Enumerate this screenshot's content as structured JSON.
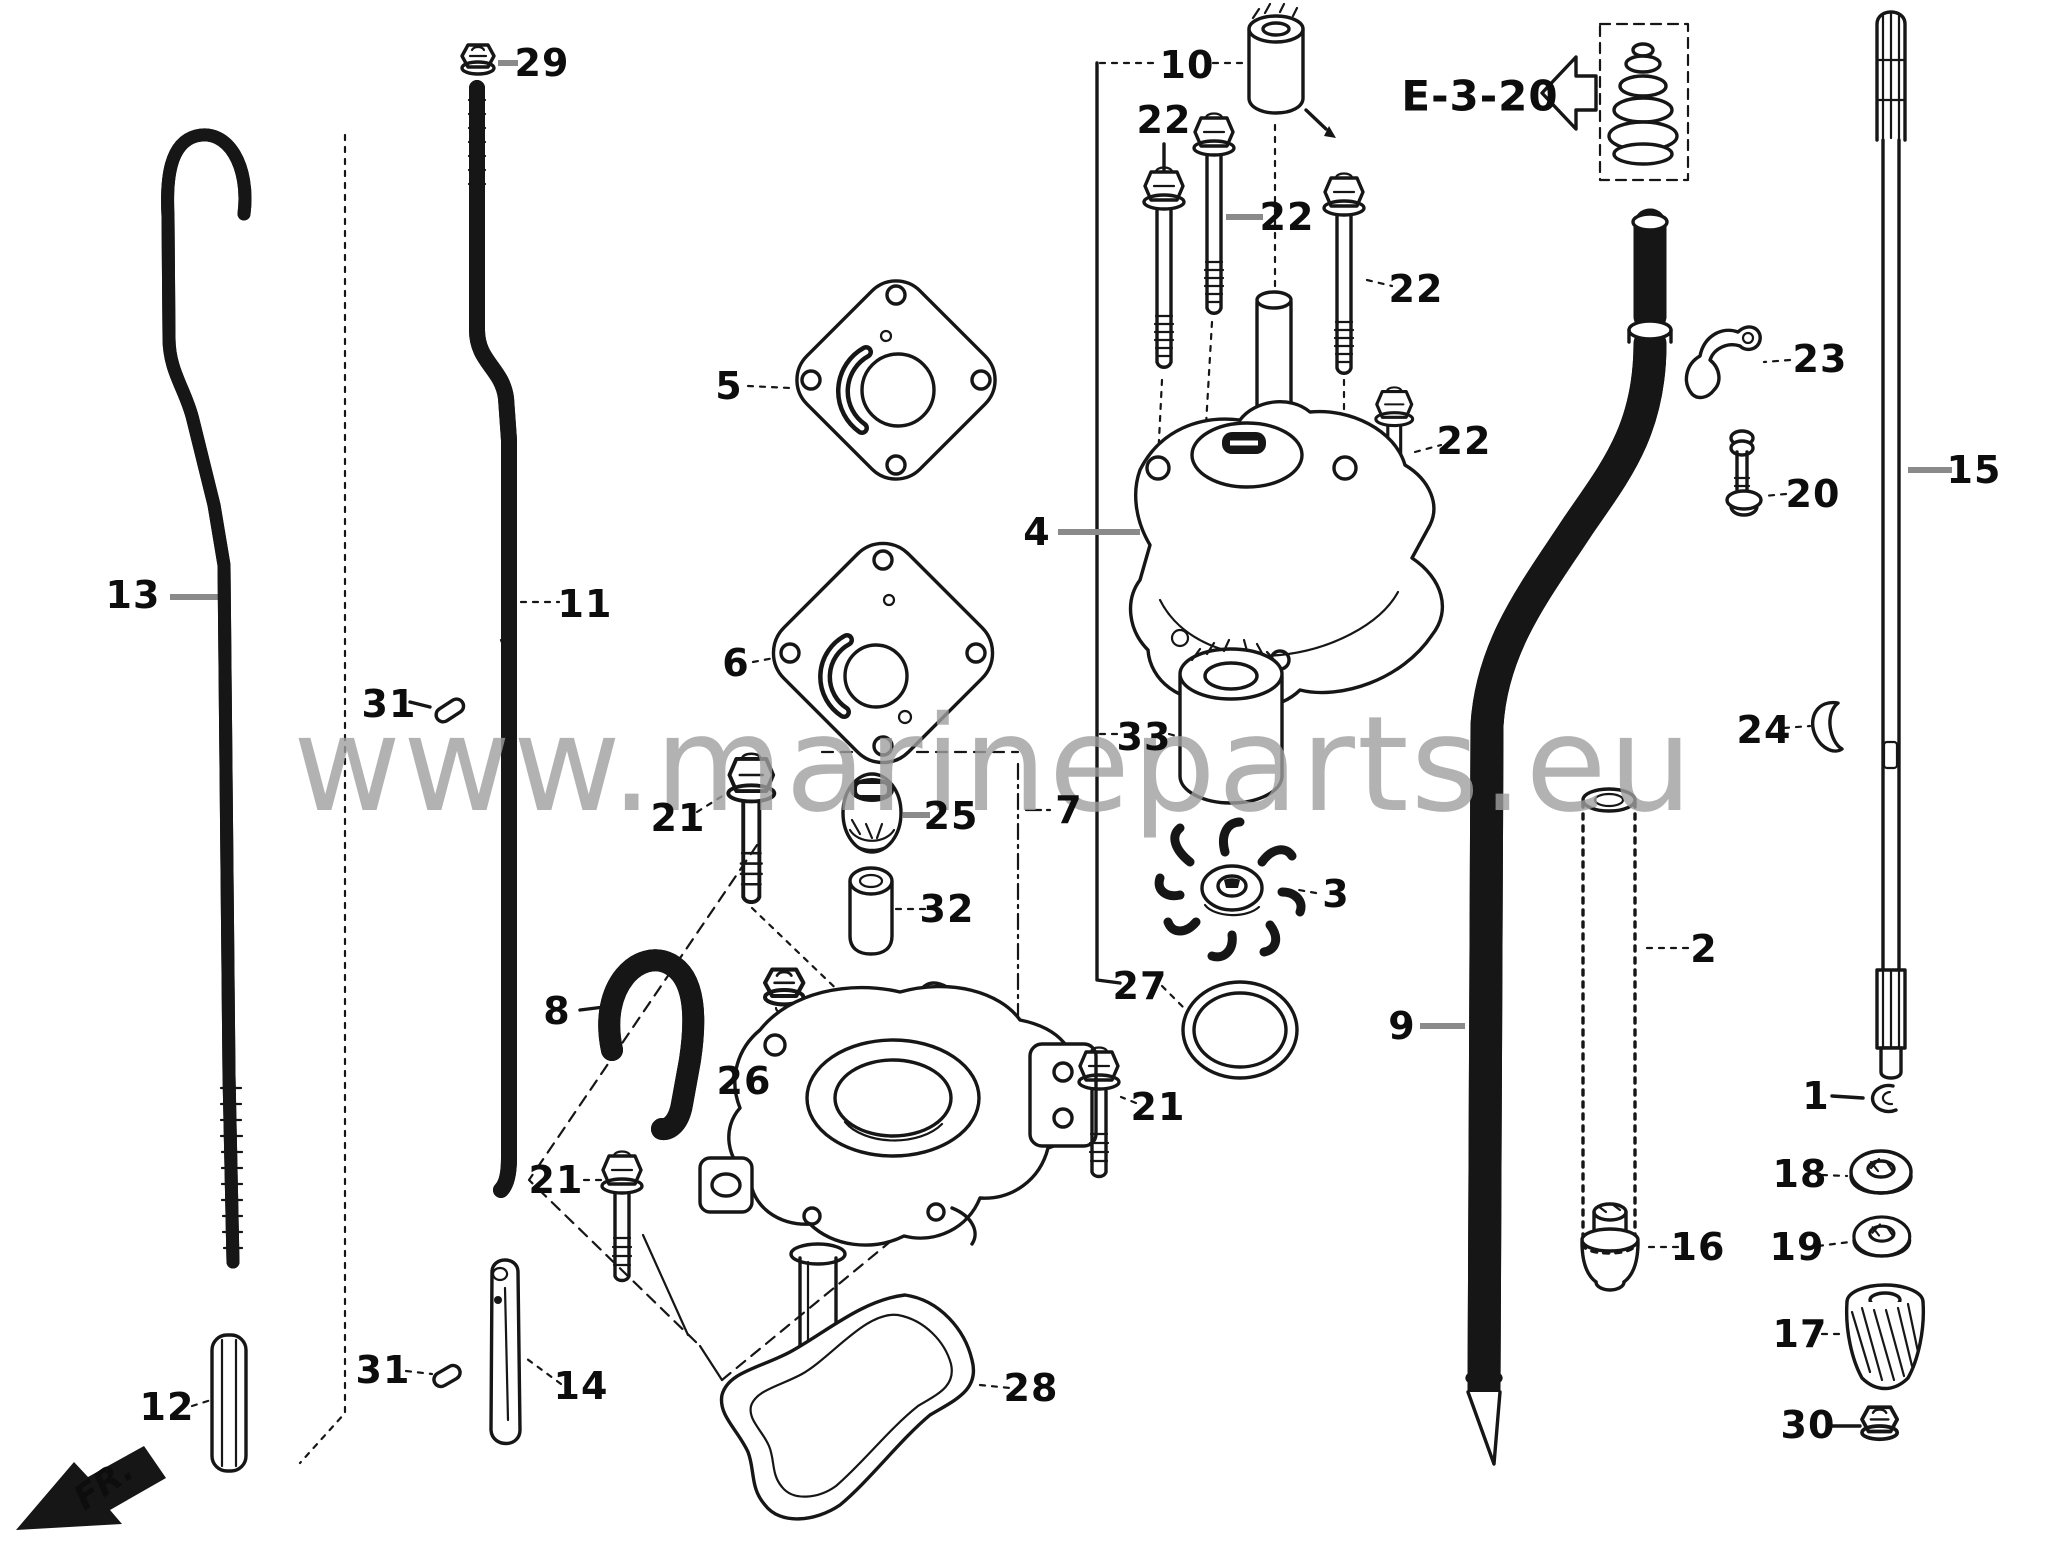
{
  "watermark": {
    "text": "www.marineparts.eu"
  },
  "reference_code": {
    "text": "E-3-20"
  },
  "direction_indicator": {
    "text": "FR."
  },
  "colors": {
    "background": "#ffffff",
    "line_art": "#161616",
    "leader_line_gray": "#8a8a8a",
    "watermark_gray": "#9f9f9f",
    "label_text": "#0d0d0d"
  },
  "callouts": [
    {
      "part": "29"
    },
    {
      "part": "13"
    },
    {
      "part": "11"
    },
    {
      "part": "31"
    },
    {
      "part": "5"
    },
    {
      "part": "6"
    },
    {
      "part": "21"
    },
    {
      "part": "25"
    },
    {
      "part": "32"
    },
    {
      "part": "8"
    },
    {
      "part": "26"
    },
    {
      "part": "21"
    },
    {
      "part": "14"
    },
    {
      "part": "31"
    },
    {
      "part": "12"
    },
    {
      "part": "10"
    },
    {
      "part": "22"
    },
    {
      "part": "22"
    },
    {
      "part": "22"
    },
    {
      "part": "22"
    },
    {
      "part": "4"
    },
    {
      "part": "33"
    },
    {
      "part": "3"
    },
    {
      "part": "27"
    },
    {
      "part": "21"
    },
    {
      "part": "7"
    },
    {
      "part": "9"
    },
    {
      "part": "28"
    },
    {
      "part": "2"
    },
    {
      "part": "16"
    },
    {
      "part": "23"
    },
    {
      "part": "20"
    },
    {
      "part": "24"
    },
    {
      "part": "15"
    },
    {
      "part": "1"
    },
    {
      "part": "18"
    },
    {
      "part": "19"
    },
    {
      "part": "17"
    },
    {
      "part": "30"
    }
  ]
}
